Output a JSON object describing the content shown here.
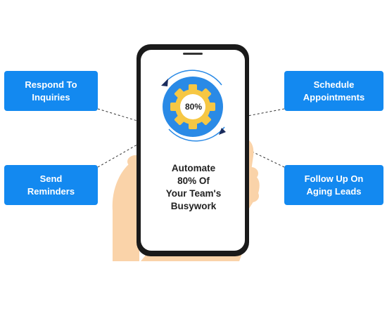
{
  "callouts": {
    "respond_to_inquiries": {
      "line1": "Respond To",
      "line2": "Inquiries"
    },
    "send_reminders": {
      "line1": "Send",
      "line2": "Reminders"
    },
    "schedule_appointments": {
      "line1": "Schedule",
      "line2": "Appointments"
    },
    "follow_up": {
      "line1": "Follow Up On",
      "line2": "Aging Leads"
    }
  },
  "phone": {
    "gear_percent": "80%",
    "headline_lines": [
      "Automate",
      "80% Of",
      "Your Team's",
      "Busywork"
    ]
  },
  "colors": {
    "callout_bg": "#1389f0",
    "gear_ring": "#2a8ae6",
    "gear": "#f6c744",
    "hand": "#fad3a9",
    "phone_frame": "#1a1a1a"
  },
  "icons": [
    "gear-icon",
    "cycle-arrow-icon"
  ]
}
